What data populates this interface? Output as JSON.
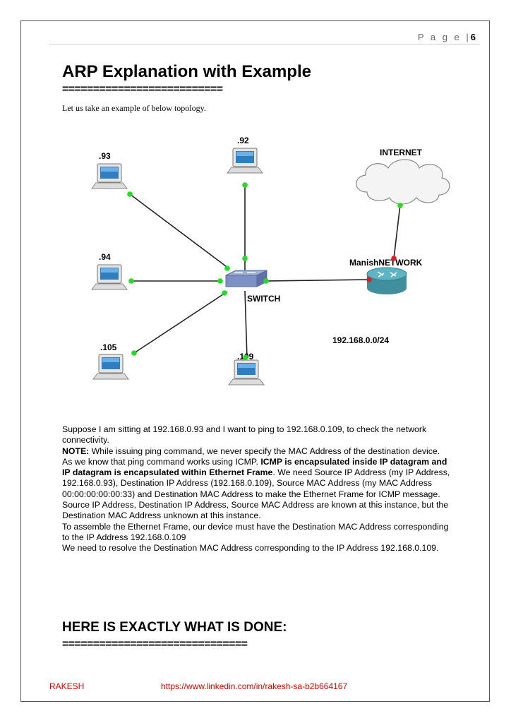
{
  "header": {
    "page_label": "P a g e |",
    "page_number": "6"
  },
  "title": "ARP Explanation with Example",
  "title_underline": "==========================",
  "intro": "Let us take an example of below topology.",
  "diagram": {
    "hosts": [
      ".93",
      ".92",
      ".94",
      ".105",
      ".109"
    ],
    "internet_label": "INTERNET",
    "router_label": "ManishNETWORK",
    "switch_label": "SWITCH",
    "network_label": "192.168.0.0/24",
    "colors": {
      "link_dot": "#22dd22",
      "router_dot": "#e02020",
      "router_body": "#4aa0b0"
    }
  },
  "paragraphs": {
    "p1": "Suppose I am sitting at 192.168.0.93 and I want to ping to 192.168.0.109, to check the network connectivity.",
    "p2_label": "NOTE:",
    "p2_text": " While issuing ping command, we never specify the MAC Address of the destination device.",
    "p3_a": "As we know that ping command works using ICMP. ",
    "p3_bold": "ICMP is encapsulated inside IP datagram and IP datagram is encapsulated within Ethernet Frame",
    "p3_b": ". We need Source IP Address (my IP Address, 192.168.0.93), Destination IP Address (192.168.0.109), Source MAC Address (my MAC Address 00:00:00:00:00:33) and Destination MAC Address to make the Ethernet Frame for ICMP message. Source IP Address, Destination IP Address, Source MAC Address are known at this instance, but the Destination MAC Address unknown at this instance.",
    "p4": "To assemble the Ethernet Frame, our device must have the Destination MAC Address corresponding to the IP Address 192.168.0.109",
    "p5": "We need to resolve the Destination MAC Address corresponding to the IP Address 192.168.0.109."
  },
  "section_heading": "HERE IS EXACTLY WHAT IS DONE:",
  "section_underline": "==============================",
  "footer": {
    "author": "RAKESH",
    "url": "https://www.linkedin.com/in/rakesh-sa-b2b664167",
    "color": "#e00000"
  }
}
